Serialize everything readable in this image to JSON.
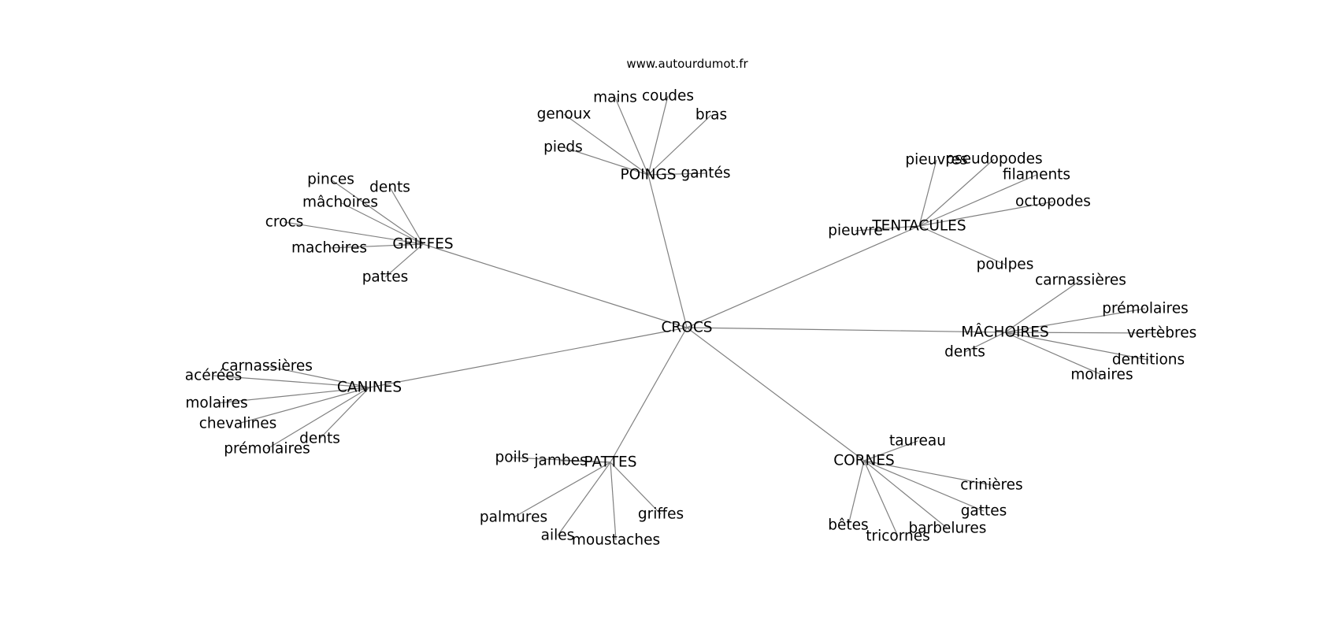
{
  "source": "www.autourdumot.fr",
  "colors": {
    "edge": "#808080",
    "text": "#000000",
    "background": "#ffffff"
  },
  "graph": {
    "center": "CROCS",
    "hubs": [
      {
        "label": "POINGS",
        "leaves": [
          "genoux",
          "mains",
          "coudes",
          "bras",
          "pieds",
          "gantés"
        ]
      },
      {
        "label": "GRIFFES",
        "leaves": [
          "pinces",
          "dents",
          "mâchoires",
          "crocs",
          "machoires",
          "pattes"
        ]
      },
      {
        "label": "TENTACULES",
        "leaves": [
          "pieuvres",
          "pseudopodes",
          "filaments",
          "octopodes",
          "pieuvre",
          "poulpes"
        ]
      },
      {
        "label": "MÂCHOIRES",
        "leaves": [
          "carnassières",
          "prémolaires",
          "vertèbres",
          "dents",
          "dentitions",
          "molaires"
        ]
      },
      {
        "label": "CANINES",
        "leaves": [
          "carnassières",
          "acérées",
          "molaires",
          "chevalines",
          "dents",
          "prémolaires"
        ]
      },
      {
        "label": "PATTES",
        "leaves": [
          "poils",
          "jambes",
          "palmures",
          "griffes",
          "ailes",
          "moustaches"
        ]
      },
      {
        "label": "CORNES",
        "leaves": [
          "taureau",
          "crinières",
          "gattes",
          "barbelures",
          "bêtes",
          "tricornes"
        ]
      }
    ]
  }
}
